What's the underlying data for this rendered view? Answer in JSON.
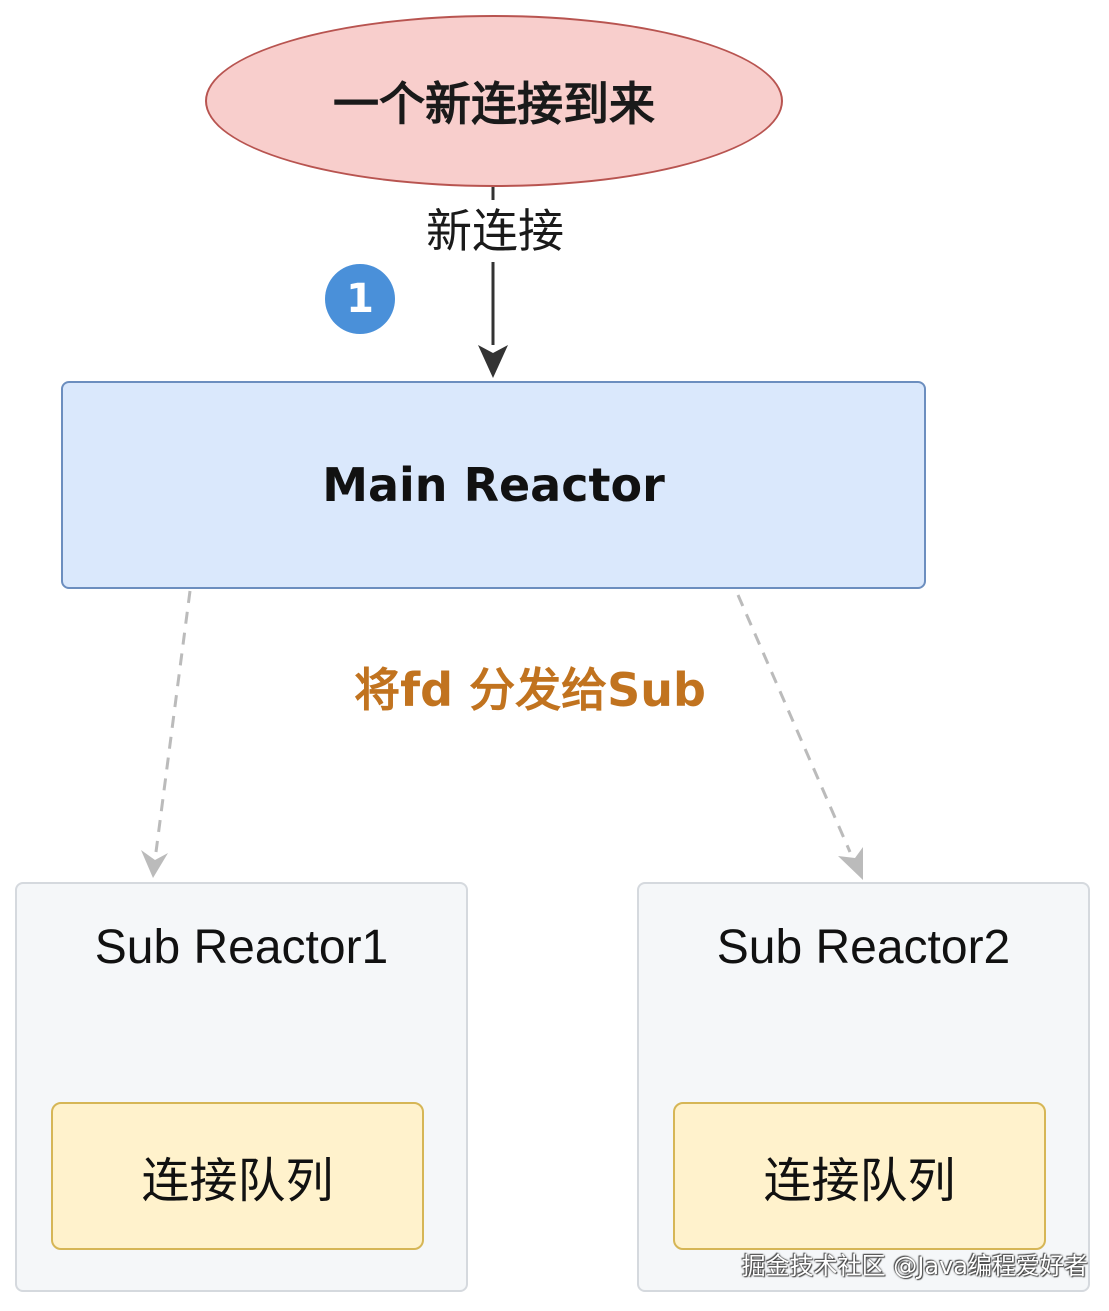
{
  "diagram": {
    "start_node": {
      "label": "一个新连接到来"
    },
    "new_connection_edge": {
      "label": "新连接"
    },
    "step_badge": {
      "label": "1"
    },
    "main_reactor": {
      "label": "Main Reactor"
    },
    "dispatch_edge": {
      "label": "将fd 分发给Sub"
    },
    "sub_reactors": [
      {
        "title": "Sub Reactor1",
        "queue_label": "连接队列"
      },
      {
        "title": "Sub Reactor2",
        "queue_label": "连接队列"
      }
    ],
    "watermark": "掘金技术社区 @Java编程爱好者"
  },
  "colors": {
    "start_fill": "#f8cecc",
    "start_stroke": "#b85450",
    "main_fill": "#dae8fc",
    "main_stroke": "#6c8ebf",
    "badge": "#4a90d9",
    "dispatch_text": "#c1731f",
    "sub_fill": "#f5f7f9",
    "queue_fill": "#fff2cc",
    "queue_stroke": "#d6b656"
  }
}
